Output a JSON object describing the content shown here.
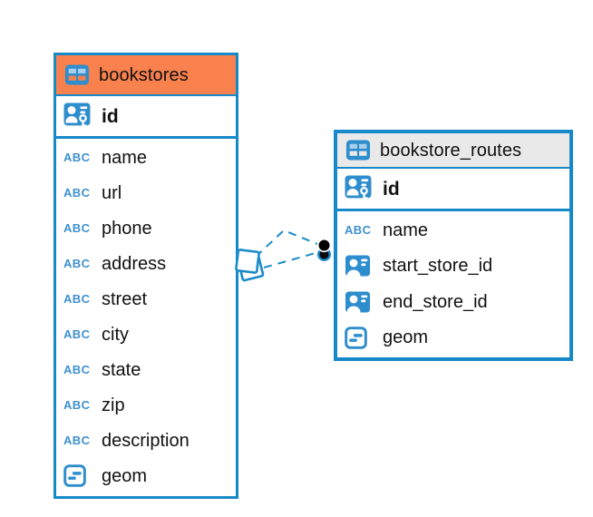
{
  "tables": [
    {
      "name": "bookstores",
      "header_color": "#f8814d",
      "columns": [
        {
          "name": "id",
          "type": "primary-key"
        },
        {
          "name": "name",
          "type": "text"
        },
        {
          "name": "url",
          "type": "text"
        },
        {
          "name": "phone",
          "type": "text"
        },
        {
          "name": "address",
          "type": "text"
        },
        {
          "name": "street",
          "type": "text"
        },
        {
          "name": "city",
          "type": "text"
        },
        {
          "name": "state",
          "type": "text"
        },
        {
          "name": "zip",
          "type": "text"
        },
        {
          "name": "description",
          "type": "text"
        },
        {
          "name": "geom",
          "type": "geometry"
        }
      ]
    },
    {
      "name": "bookstore_routes",
      "header_color": "#e9e9e9",
      "columns": [
        {
          "name": "id",
          "type": "primary-key"
        },
        {
          "name": "name",
          "type": "text"
        },
        {
          "name": "start_store_id",
          "type": "foreign-key"
        },
        {
          "name": "end_store_id",
          "type": "foreign-key"
        },
        {
          "name": "geom",
          "type": "geometry"
        }
      ]
    }
  ],
  "relationship": {
    "between": [
      "bookstores",
      "bookstore_routes"
    ],
    "line_style": "dashed",
    "endpoint_count": 2
  },
  "icons": {
    "text_glyph": "ABC",
    "table": "table-grid-icon",
    "primary_key": "person-key-icon",
    "foreign_key": "person-card-icon",
    "geometry": "geometry-segments-icon"
  },
  "colors": {
    "border_blue": "#1789c9",
    "icon_blue": "#2e8dcd",
    "header_orange": "#f8814d",
    "header_gray": "#e9e9e9",
    "text": "#111111",
    "background": "#ffffff"
  }
}
